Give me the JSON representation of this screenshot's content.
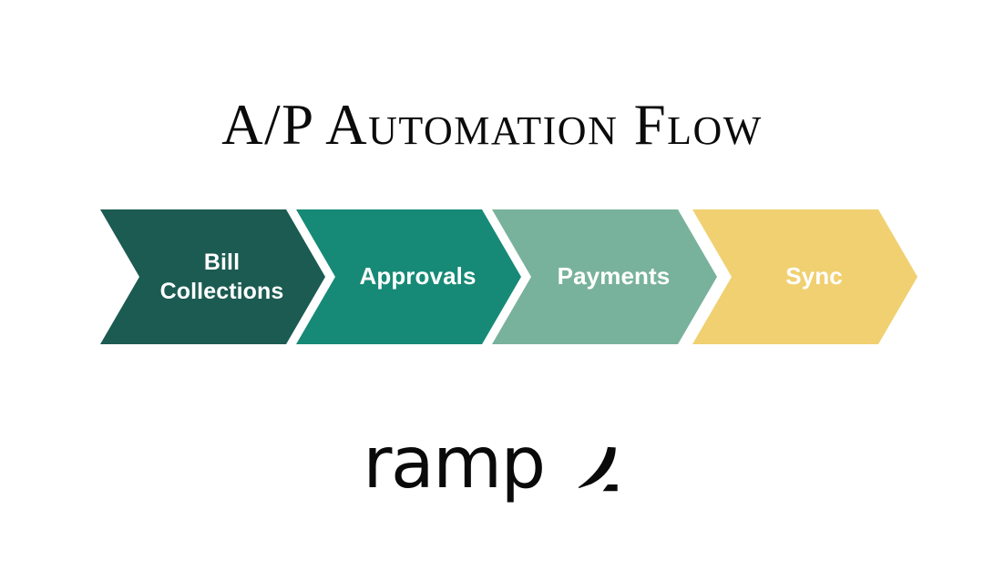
{
  "slide": {
    "background_color": "#ffffff",
    "title": "A/P Automation Flow"
  },
  "flow": {
    "name": "ap-automation-flow",
    "steps": [
      {
        "id": "bill-collections",
        "label": "Bill\nCollections",
        "color": "#1B5B52",
        "text_color": "#ffffff",
        "order": 1
      },
      {
        "id": "approvals",
        "label": "Approvals",
        "color": "#168A76",
        "text_color": "#ffffff",
        "order": 2
      },
      {
        "id": "payments",
        "label": "Payments",
        "color": "#79B29C",
        "text_color": "#ffffff",
        "order": 3
      },
      {
        "id": "sync",
        "label": "Sync",
        "color": "#F0D071",
        "text_color": "#ffffff",
        "order": 4
      }
    ]
  },
  "logo": {
    "wordmark": "ramp",
    "mark_icon": "ramp-swoosh-icon",
    "color": "#0a0a0a"
  }
}
